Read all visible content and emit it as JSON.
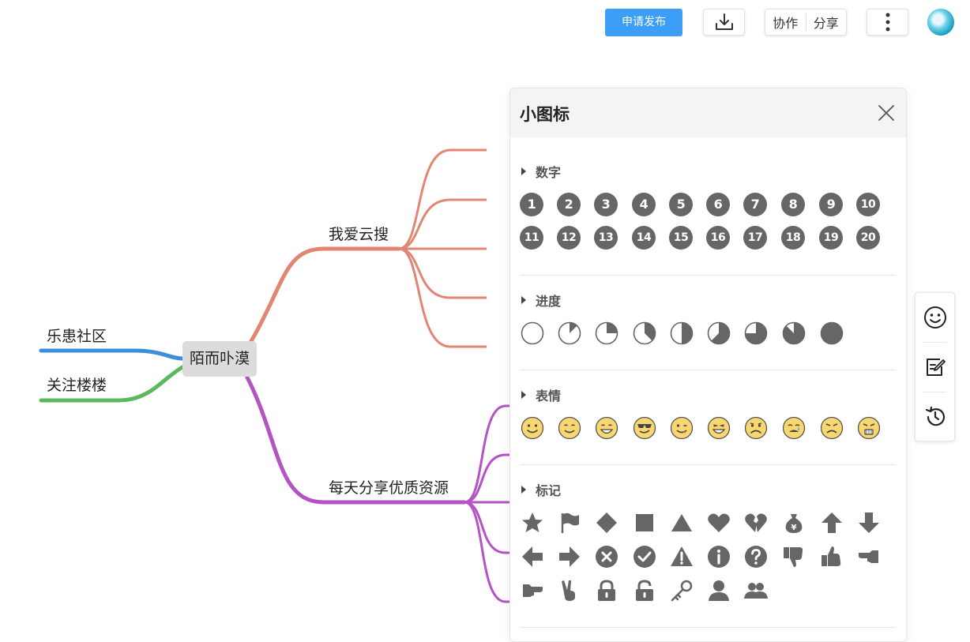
{
  "toolbar": {
    "publish_label": "申请发布",
    "download_icon": "download-icon",
    "collab_label": "协作",
    "share_label": "分享",
    "more_icon": "more-vertical-icon",
    "accent": "#3d9ef7"
  },
  "mindmap": {
    "root": "陌而卟漠",
    "left_branches": [
      "乐患社区",
      "关注楼楼"
    ],
    "right_branches": [
      "我爱云搜",
      "每天分享优质资源"
    ],
    "colors": {
      "left1": "#3a8edc",
      "left2": "#5cb85c",
      "right1": "#e08672",
      "right2": "#b453c4"
    }
  },
  "panel": {
    "title": "小图标",
    "close_icon": "close-icon",
    "sections": {
      "numbers": {
        "title": "数字",
        "items": [
          "1",
          "2",
          "3",
          "4",
          "5",
          "6",
          "7",
          "8",
          "9",
          "10",
          "11",
          "12",
          "13",
          "14",
          "15",
          "16",
          "17",
          "18",
          "19",
          "20"
        ]
      },
      "progress": {
        "title": "进度",
        "levels": [
          0,
          0.125,
          0.25,
          0.375,
          0.5,
          0.625,
          0.75,
          0.875,
          1
        ]
      },
      "emotion": {
        "title": "表情",
        "icons": [
          "smile-icon",
          "blush-icon",
          "grin-icon",
          "cool-icon",
          "wink-icon",
          "laugh-icon",
          "frown-icon",
          "cry-icon",
          "angry-icon",
          "rage-icon"
        ]
      },
      "marks": {
        "title": "标记",
        "icons": [
          "star-icon",
          "flag-icon",
          "diamond-icon",
          "square-icon",
          "triangle-icon",
          "heart-icon",
          "broken-heart-icon",
          "money-bag-icon",
          "arrow-up-icon",
          "arrow-down-icon",
          "arrow-left-icon",
          "arrow-right-icon",
          "x-circle-icon",
          "check-circle-icon",
          "warning-icon",
          "info-icon",
          "question-icon",
          "thumbs-down-icon",
          "thumbs-up-icon",
          "point-left-icon",
          "point-right-icon",
          "victory-hand-icon",
          "lock-icon",
          "unlock-icon",
          "key-icon",
          "user-icon",
          "users-icon"
        ]
      }
    }
  },
  "sidebar": {
    "icons": [
      "emoji-icon",
      "edit-note-icon",
      "history-icon"
    ]
  }
}
